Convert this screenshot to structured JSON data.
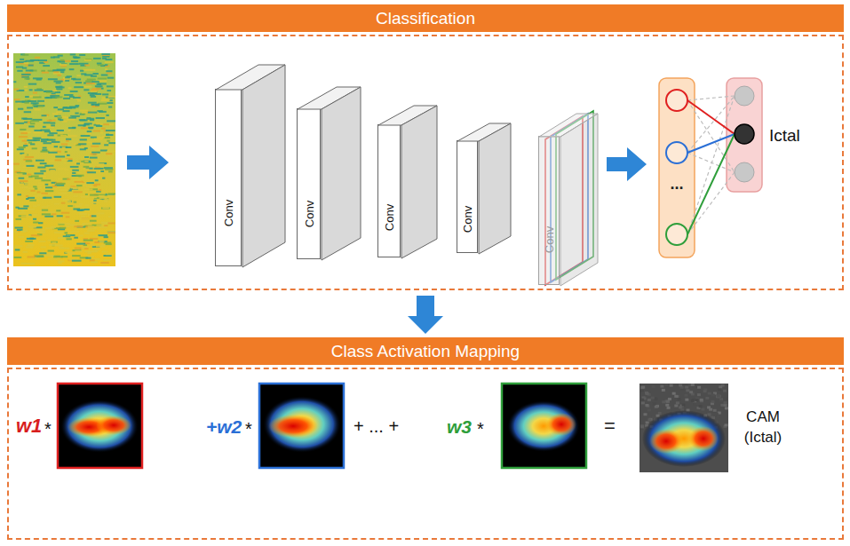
{
  "diagram": {
    "nodes": [
      {
        "text": [
          "Classification"
        ]
      },
      {
        "text": [
          "Conv"
        ],
        "in": 0
      },
      {
        "text": [
          "Conv"
        ],
        "in": 0
      },
      {
        "text": [
          "Conv"
        ],
        "in": 0
      },
      {
        "text": [
          "Conv"
        ],
        "in": 0
      },
      {
        "text": [
          "Conv"
        ],
        "in": 0
      },
      {
        "text": [
          "Class Activation Mapping"
        ]
      },
      {
        "text": [
          "CAM (Ictal)"
        ],
        "in": 6
      }
    ],
    "edges": [
      {
        "from": 0,
        "to": 6,
        "arrow": "to"
      }
    ],
    "labels": [
      "...",
      "Ictal",
      "w1",
      "*",
      "+w2",
      "*",
      "+ ... +",
      "w3",
      "*",
      "="
    ]
  }
}
